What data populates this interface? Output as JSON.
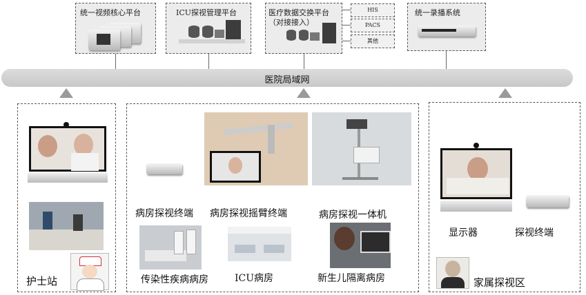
{
  "top": {
    "video_platform": "统一视频核心平台",
    "icu_platform": "ICU探视管理平台",
    "exchange_platform_line1": "医疗数据交换平台",
    "exchange_platform_line2": "（对接接入）",
    "his": "HIS",
    "pacs": "PACS",
    "other": "其他",
    "record_system": "统一录播系统"
  },
  "network": {
    "label": "医院局域网"
  },
  "nurse_area": {
    "label": "护士站"
  },
  "ward_area": {
    "ward_terminal": "病房探视终端",
    "arm_terminal": "病房探视摇臂终端",
    "all_in_one": "病房探视一体机",
    "infectious_ward": "传染性疾病病房",
    "icu_ward": "ICU病房",
    "neonatal_ward": "新生儿隔离病房"
  },
  "family_area": {
    "monitor": "显示器",
    "terminal": "探视终端",
    "label": "家属探视区"
  },
  "colors": {
    "bus": "#d0d0d0",
    "arrow": "#9a9a9a",
    "panel": "#ececec"
  }
}
